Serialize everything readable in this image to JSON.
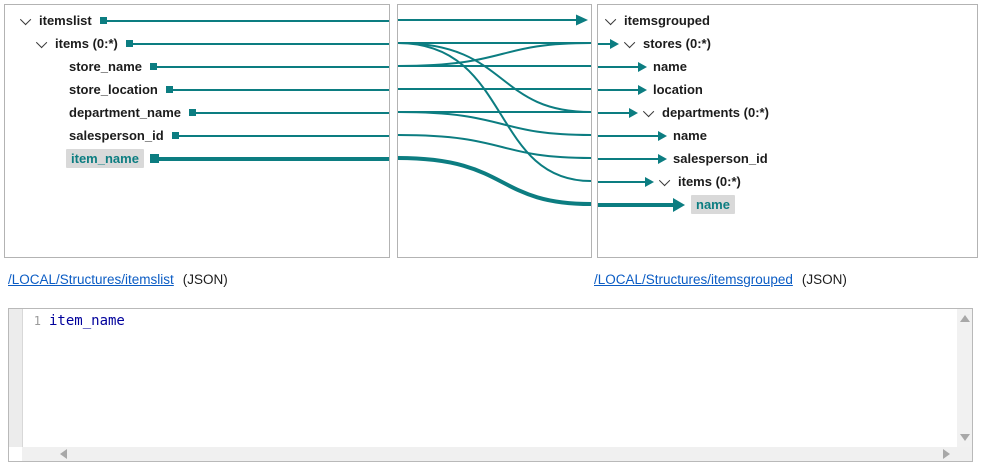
{
  "colors": {
    "accent": "#0c7d81",
    "selection_background": "#d9d9d9",
    "link": "#0b5cc4",
    "code_text": "#00009b",
    "panel_border": "#b3b3b3"
  },
  "icons": {
    "chevron": "chevron-down-icon",
    "anchor": "connector-square-icon",
    "arrow": "mapping-arrow-icon"
  },
  "source_tree": {
    "rows": [
      {
        "label": "itemslist",
        "expandable": true,
        "depth": 0
      },
      {
        "label": "items (0:*)",
        "expandable": true,
        "depth": 1
      },
      {
        "label": "store_name",
        "expandable": false,
        "depth": 2
      },
      {
        "label": "store_location",
        "expandable": false,
        "depth": 2
      },
      {
        "label": "department_name",
        "expandable": false,
        "depth": 2
      },
      {
        "label": "salesperson_id",
        "expandable": false,
        "depth": 2
      },
      {
        "label": "item_name",
        "expandable": false,
        "depth": 2,
        "selected": true
      }
    ]
  },
  "target_tree": {
    "rows": [
      {
        "label": "itemsgrouped",
        "expandable": true,
        "depth": 0
      },
      {
        "label": "stores (0:*)",
        "expandable": true,
        "depth": 1
      },
      {
        "label": "name",
        "expandable": false,
        "depth": 2
      },
      {
        "label": "location",
        "expandable": false,
        "depth": 2
      },
      {
        "label": "departments (0:*)",
        "expandable": true,
        "depth": 2
      },
      {
        "label": "name",
        "expandable": false,
        "depth": 3
      },
      {
        "label": "salesperson_id",
        "expandable": false,
        "depth": 3
      },
      {
        "label": "items (0:*)",
        "expandable": true,
        "depth": 3
      },
      {
        "label": "name",
        "expandable": false,
        "depth": 4,
        "selected": true
      }
    ]
  },
  "mappings": [
    {
      "from": "itemslist",
      "to": "itemsgrouped"
    },
    {
      "from": "items",
      "to": "stores"
    },
    {
      "from": "items",
      "to": "departments"
    },
    {
      "from": "items",
      "to": "items"
    },
    {
      "from": "store_name",
      "to": "stores"
    },
    {
      "from": "store_name",
      "to": "stores.name"
    },
    {
      "from": "store_location",
      "to": "stores.location"
    },
    {
      "from": "department_name",
      "to": "departments"
    },
    {
      "from": "department_name",
      "to": "departments.name"
    },
    {
      "from": "salesperson_id",
      "to": "departments.salesperson_id"
    },
    {
      "from": "item_name",
      "to": "items.name",
      "selected": true
    }
  ],
  "footer": {
    "source": {
      "path": "/LOCAL/Structures/itemslist",
      "format": "(JSON)"
    },
    "target": {
      "path": "/LOCAL/Structures/itemsgrouped",
      "format": "(JSON)"
    }
  },
  "editor": {
    "line_number": "1",
    "code": "item_name"
  }
}
